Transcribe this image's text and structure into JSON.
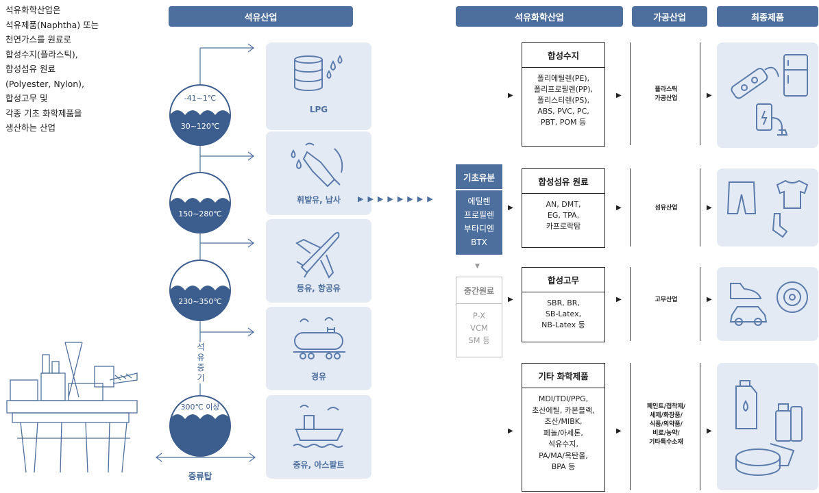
{
  "intro": "석유화학산업은\n석유제품(Naphtha) 또는\n천연가스를 원료로\n합성수지(플라스틱),\n합성섬유 원료\n(Polyester, Nylon),\n합성고무 및\n각종 기초 화학제품을\n생산하는 산업",
  "headers": {
    "oil": "석유산업",
    "petrochem": "석유화학산업",
    "processing": "가공산업",
    "final": "최종제품"
  },
  "tower": {
    "label": "증류탑",
    "steam_label": "석\n유\n증\n기",
    "temps": {
      "top_upper": "-41~1℃",
      "top_lower": "30~120℃",
      "t2": "150~280℃",
      "t3": "230~350℃",
      "t4": "300℃ 이상"
    }
  },
  "oil_products": [
    "LPG",
    "휘발유, 납사",
    "등유, 항공유",
    "경유",
    "중유, 아스팔트"
  ],
  "basic": {
    "title": "기초유분",
    "items": "에틸렌\n프로필렌\n부타디엔\nBTX"
  },
  "intermediate": {
    "title": "중간원료",
    "items": "P-X\nVCM\nSM 등"
  },
  "boxes": [
    {
      "title": "합성수지",
      "body": "폴리에틸렌(PE),\n폴리프로필렌(PP),\n폴리스티렌(PS),\nABS, PVC, PC,\nPBT, POM 등"
    },
    {
      "title": "합성섬유 원료",
      "body": "AN, DMT,\nEG, TPA,\n카프로락탐"
    },
    {
      "title": "합성고무",
      "body": "SBR, BR,\nSB-Latex,\nNB-Latex 등"
    },
    {
      "title": "기타 화학제품",
      "body": "MDI/TDI/PPG,\n초산에틸, 카본블랙,\n초산/MIBK,\n페놀/아세톤,\n석유수지,\nPA/MA/옥탄올,\nBPA 등"
    }
  ],
  "industries": [
    "플라스틱\n가공산업",
    "섬유산업",
    "고무산업",
    "페인트/접착제/\n세제/화장품/\n식품/의약품/\n비료/농약/\n기타특수소재"
  ],
  "colors": {
    "accent": "#4d6f9e",
    "panel": "#e3eaf4",
    "icon": "#5a7bab"
  }
}
